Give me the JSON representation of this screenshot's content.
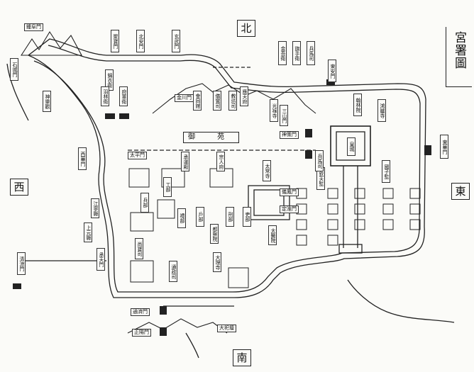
{
  "title": "宮署圖",
  "directions": {
    "north": "北",
    "south": "南",
    "east": "東",
    "west": "西"
  },
  "palace_label": "皇城",
  "central_label": "御 苑",
  "gates": {
    "north_gate": "玄武門",
    "east_gate": "東華門",
    "west_gate": "西華門",
    "south_gate": "承天門",
    "ne_gate": "東安門",
    "nw_gate": "北安門"
  },
  "offices": {
    "o1": "承運殿",
    "o2": "宗人府",
    "o3": "兵部",
    "o4": "工部",
    "o5": "禮部",
    "o6": "戶部",
    "o7": "刑部",
    "o8": "吏部",
    "o9": "都察院",
    "o10": "太常寺",
    "o11": "光祿寺",
    "o12": "鴻臚寺",
    "o13": "翰林院",
    "o14": "國子監",
    "o15": "欽天監",
    "o16": "太醫院",
    "o17": "尚寶司",
    "o18": "通政司",
    "o19": "大理寺",
    "o20": "錦衣衛",
    "o21": "府軍衛",
    "o22": "羽林衛",
    "o23": "金吾衛",
    "o24": "旗手衛",
    "o25": "兵馬司",
    "o26": "應天府",
    "o27": "上元縣",
    "o28": "江寧縣",
    "o29": "會同館",
    "o30": "儀鸞司",
    "o31": "教坊司",
    "o32": "神樂觀"
  },
  "outer": {
    "w1": "清涼門",
    "w2": "石城門",
    "w3": "三山門",
    "w4": "聚寶門",
    "w5": "兵馬司",
    "s1": "通濟門",
    "s2": "正陽門",
    "s3": "大祀壇",
    "n1": "鍾阜門",
    "n2": "金川門",
    "n3": "神策門",
    "n4": "太平門",
    "nw1": "儀鳳門",
    "nw2": "定淮門"
  }
}
